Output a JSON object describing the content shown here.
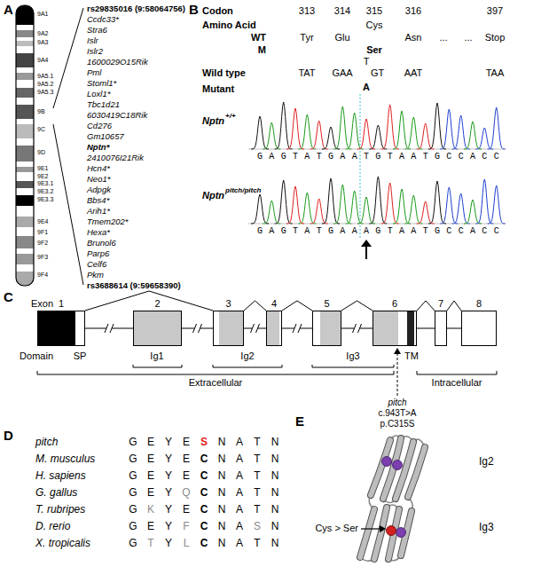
{
  "diagram": {
    "nodes": [
      {
        "text": [
          "1"
        ]
      },
      {
        "text": [
          "2"
        ]
      },
      {
        "text": [
          "3"
        ]
      },
      {
        "text": [
          "4"
        ]
      },
      {
        "text": [
          "5"
        ]
      },
      {
        "text": [
          "6"
        ]
      },
      {
        "text": [
          "7"
        ]
      },
      {
        "text": [
          "8"
        ]
      }
    ],
    "edges": [
      {
        "from": 0,
        "to": 1,
        "arrow": "none"
      },
      {
        "from": 1,
        "to": 2,
        "arrow": "none"
      },
      {
        "from": 2,
        "to": 3,
        "arrow": "none"
      },
      {
        "from": 3,
        "to": 4,
        "arrow": "none"
      },
      {
        "from": 4,
        "to": 5,
        "arrow": "none"
      },
      {
        "from": 5,
        "to": 6,
        "arrow": "none"
      },
      {
        "from": 6,
        "to": 7,
        "arrow": "none"
      },
      {
        "from": 0,
        "to": 2,
        "arrow": "none"
      },
      {
        "from": 2,
        "to": 3,
        "arrow": "none"
      },
      {
        "from": 3,
        "to": 4,
        "arrow": "none"
      },
      {
        "from": 4,
        "to": 5,
        "arrow": "none"
      },
      {
        "from": 5,
        "to": 6,
        "arrow": "none"
      },
      {
        "from": 6,
        "to": 7,
        "arrow": "none"
      }
    ],
    "labels": [
      "A",
      "9A1",
      "9A2",
      "9A3",
      "9A4",
      "9A5.1",
      "9A5.2",
      "9A5.3",
      "9B",
      "9C",
      "9D",
      "9E1",
      "9E2",
      "9E3.1",
      "9E3.2",
      "9E3.3",
      "9E4",
      "9F1",
      "9F2",
      "9F3",
      "9F4",
      "rs29835016 (9:58064756)",
      "Ccdc33*",
      "Stra6",
      "Islr",
      "Islr2",
      "1600029O15Rik",
      "Pml",
      "Stoml1*",
      "Loxl1*",
      "Tbc1d21",
      "6030419C18Rik",
      "Cd276",
      "Gm10657",
      "Nptn*",
      "2410076I21Rik",
      "Hcn4*",
      "Neo1*",
      "Adpgk",
      "Bbs4*",
      "Arih1*",
      "Tmem202*",
      "Hexa*",
      "Brunol6",
      "Parp6",
      "Celf6",
      "Pkm",
      "rs3688614 (9:59658390)",
      "B",
      "Codon",
      "313",
      "314",
      "315",
      "316",
      "397",
      "Amino Acid",
      "WT",
      "Tyr",
      "Glu",
      "Cys",
      "Asn",
      "...",
      "...",
      "Stop",
      "M",
      "Ser",
      "Wild type",
      "T",
      "TAT",
      "GAA",
      "GT",
      "AAT",
      "TAA",
      "Mutant",
      "A",
      "Nptn",
      "+/+",
      "GAGTATGAATGTAATGCCACC",
      "Nptn",
      "pitch/pitch",
      "GAGTATGAAAGTAATGCCACC",
      "C",
      "Exon",
      "Domain",
      "SP",
      "Ig1",
      "Ig2",
      "Ig3",
      "TM",
      "Extracellular",
      "Intracellular",
      "pitch",
      "c.943T>A",
      "p.C315S",
      "D",
      "pitch",
      "M. musculus",
      "H. sapiens",
      "G. gallus",
      "T. rubripes",
      "D. rerio",
      "X. tropicalis",
      "G",
      "E",
      "Y",
      "E",
      "S",
      "N",
      "A",
      "T",
      "N",
      "G",
      "E",
      "Y",
      "E",
      "C",
      "N",
      "A",
      "T",
      "N",
      "G",
      "E",
      "Y",
      "E",
      "C",
      "N",
      "A",
      "T",
      "N",
      "G",
      "E",
      "Y",
      "Q",
      "C",
      "N",
      "A",
      "T",
      "N",
      "G",
      "K",
      "Y",
      "E",
      "C",
      "N",
      "A",
      "T",
      "N",
      "G",
      "E",
      "Y",
      "F",
      "C",
      "N",
      "A",
      "S",
      "N",
      "G",
      "T",
      "Y",
      "L",
      "C",
      "N",
      "A",
      "T",
      "N",
      "E",
      "Ig2",
      "Ig3",
      "Cys > Ser"
    ]
  }
}
